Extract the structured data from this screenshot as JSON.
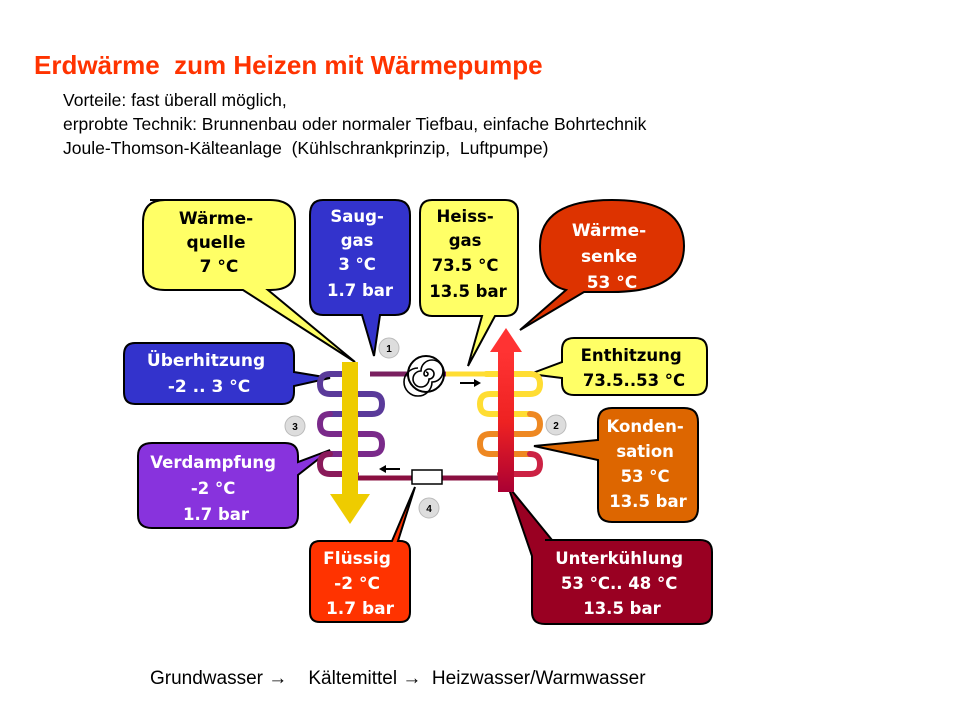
{
  "heading": {
    "title": "Erdwärme  zum Heizen mit Wärmepumpe",
    "lines": [
      "Vorteile: fast überall möglich,",
      "erprobte Technik: Brunnenbau oder normaler Tiefbau, einfache Bohrtechnik",
      "Joule-Thomson-Kälteanlage  (Kühlschrankprinzip,  Luftpumpe)"
    ]
  },
  "bubbles": {
    "waermequelle": {
      "lines": [
        "Wärme-",
        "quelle",
        "7 °C"
      ],
      "color": "#ffff66",
      "text_color": "#000000"
    },
    "sauggas": {
      "lines": [
        "Saug-",
        "gas",
        "3 °C",
        "1.7 bar"
      ],
      "color": "#3333cc",
      "text_color": "#ffffff"
    },
    "heissgas": {
      "lines": [
        "Heiss-",
        "gas",
        "73.5 °C",
        "13.5 bar"
      ],
      "color": "#ffff66",
      "text_color": "#000000"
    },
    "waermesenke": {
      "lines": [
        "Wärme-",
        "senke",
        "53 °C"
      ],
      "color": "#dd3300",
      "text_color": "#ffffff"
    },
    "ueberhitzung": {
      "lines": [
        "Überhitzung",
        "-2 .. 3 °C"
      ],
      "color": "#3333cc",
      "text_color": "#ffffff"
    },
    "enthitzung": {
      "lines": [
        "Enthitzung",
        "73.5..53 °C"
      ],
      "color": "#ffff66",
      "text_color": "#000000"
    },
    "verdampfung": {
      "lines": [
        "Verdampfung",
        "-2 °C",
        "1.7 bar"
      ],
      "color": "#8833dd",
      "text_color": "#ffffff"
    },
    "kondensation": {
      "lines": [
        "Konden-",
        "sation",
        "53 °C",
        "13.5 bar"
      ],
      "color": "#dd6600",
      "text_color": "#ffffff"
    },
    "fluessig": {
      "lines": [
        "Flüssig",
        "-2 °C",
        "1.7 bar"
      ],
      "color": "#ff3300",
      "text_color": "#ffffff"
    },
    "unterkuehlung": {
      "lines": [
        "Unterkühlung",
        "53 °C.. 48 °C",
        "13.5 bar"
      ],
      "color": "#990022",
      "text_color": "#ffffff"
    }
  },
  "markers": [
    "1",
    "2",
    "3",
    "4"
  ],
  "footer": "Grundwasser →    Kältemittel →  Heizwasser/Warmwasser"
}
